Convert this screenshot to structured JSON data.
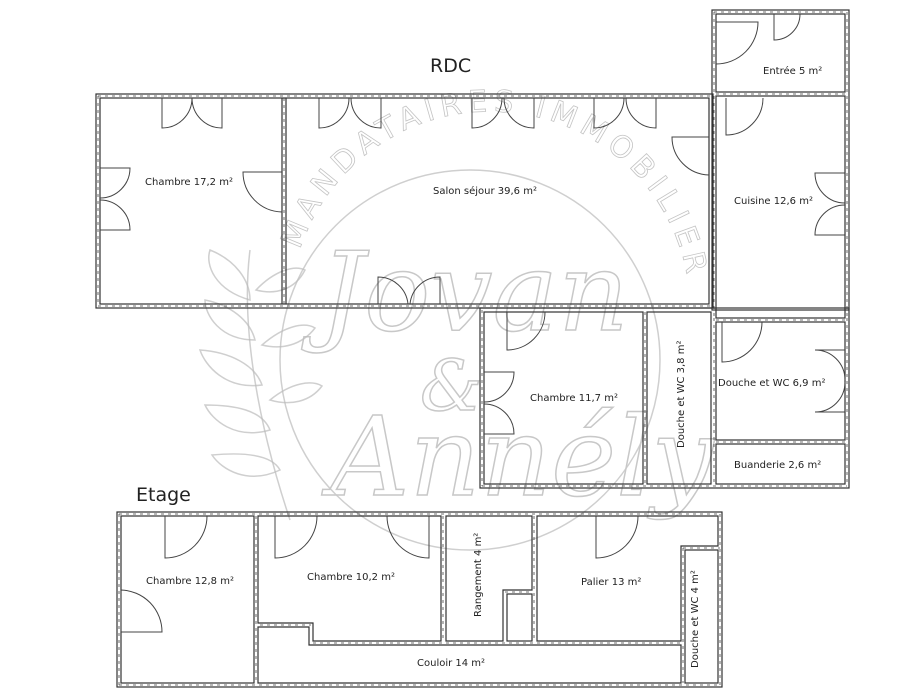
{
  "floors": {
    "rdc": {
      "title": "RDC",
      "rooms": [
        {
          "name": "Chambre 17,2 m²"
        },
        {
          "name": "Salon séjour 39,6 m²"
        },
        {
          "name": "Entrée 5 m²"
        },
        {
          "name": "Cuisine 12,6 m²"
        },
        {
          "name": "Chambre 11,7 m²"
        },
        {
          "name": "Douche et WC 3,8 m²"
        },
        {
          "name": "Douche et WC 6,9 m²"
        },
        {
          "name": "Buanderie 2,6 m²"
        }
      ]
    },
    "etage": {
      "title": "Etage",
      "rooms": [
        {
          "name": "Chambre 12,8 m²"
        },
        {
          "name": "Chambre 10,2 m²"
        },
        {
          "name": "Rangement 4 m²"
        },
        {
          "name": "Palier 13 m²"
        },
        {
          "name": "Douche et WC 4 m²"
        },
        {
          "name": "Couloir 14 m²"
        }
      ]
    }
  },
  "watermark": {
    "arc_text": "MANDATAIRES IMMOBILIER",
    "script_line1": "Jovan",
    "script_line2": "&",
    "script_line3": "Annély"
  }
}
